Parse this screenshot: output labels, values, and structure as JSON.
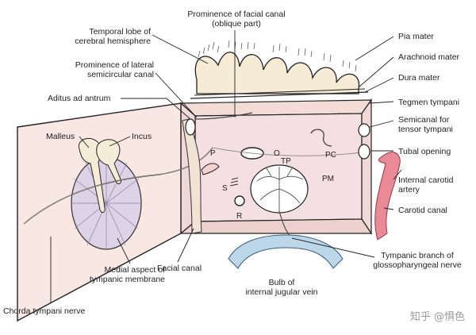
{
  "figure": {
    "labels": {
      "prominence_facial_canal": "Prominence of facial canal\n(oblique part)",
      "temporal_lobe": "Temporal lobe of\ncerebral hemisphere",
      "prominence_lateral_canal": "Prominence of lateral\nsemicircular canal",
      "aditus": "Aditus ad antrum",
      "malleus": "Malleus",
      "incus": "Incus",
      "facial_canal": "Facial canal",
      "medial_aspect": "Medial aspect of\ntympanic membrane",
      "chorda_tympani": "Chorda tympani nerve",
      "bulb_ijv": "Bulb of\ninternal jugular vein",
      "pia": "Pia mater",
      "arachnoid": "Arachnoid mater",
      "dura": "Dura mater",
      "tegmen": "Tegmen tympani",
      "semicanal": "Semicanal for\ntensor tympani",
      "tubal": "Tubal opening",
      "ica": "Internal carotid\nartery",
      "carotid_canal": "Carotid canal",
      "tympanic_branch": "Tympanic branch of\nglossopharyngeal nerve"
    },
    "letters": {
      "p": "P",
      "o": "O",
      "tp": "TP",
      "pm": "PM",
      "pc": "PC",
      "s": "S",
      "r": "R"
    },
    "watermark": "知乎 @惧色"
  }
}
